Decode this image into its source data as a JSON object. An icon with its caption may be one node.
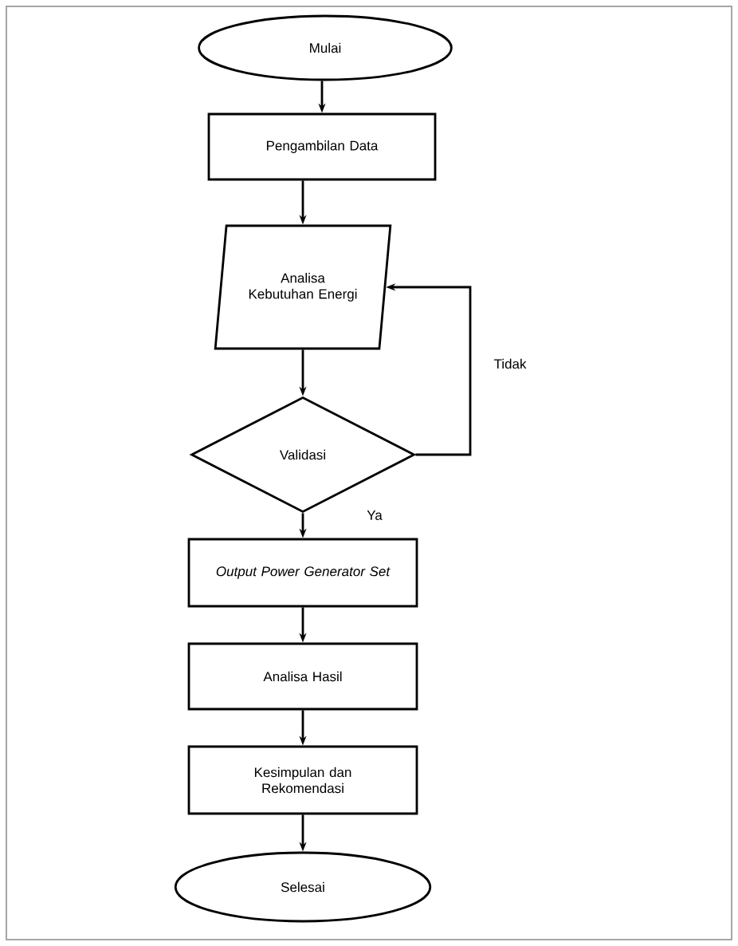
{
  "diagram": {
    "nodes": [
      {
        "text": [
          "Mulai"
        ]
      },
      {
        "text": [
          "Pengambilan Data"
        ]
      },
      {
        "text": [
          "Analisa Kebutuhan Energi"
        ]
      },
      {
        "text": [
          "Validasi"
        ]
      },
      {
        "text": [
          "Output Power Generator Set"
        ]
      },
      {
        "text": [
          "Analisa Hasil"
        ]
      },
      {
        "text": [
          "Kesimpulan dan Rekomendasi"
        ]
      },
      {
        "text": [
          "Selesai"
        ]
      }
    ],
    "edges": [
      {
        "from": 0,
        "to": 1,
        "arrow": "to"
      },
      {
        "from": 1,
        "to": 2,
        "arrow": "to"
      },
      {
        "from": 2,
        "to": 3,
        "arrow": "to"
      },
      {
        "from": 3,
        "to": 4,
        "arrow": "to",
        "label": "Ya"
      },
      {
        "from": 3,
        "to": 2,
        "arrow": "to",
        "label": "Tidak"
      },
      {
        "from": 4,
        "to": 5,
        "arrow": "to"
      },
      {
        "from": 5,
        "to": 6,
        "arrow": "to"
      },
      {
        "from": 6,
        "to": 7,
        "arrow": "to"
      }
    ]
  }
}
